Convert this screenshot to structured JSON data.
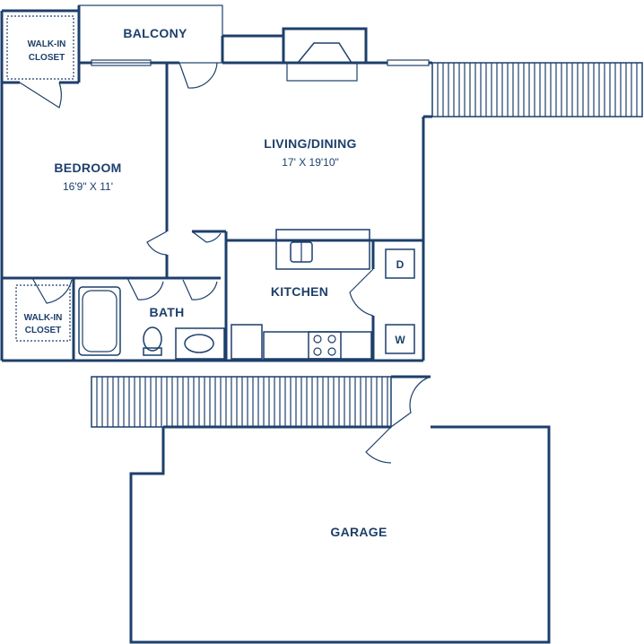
{
  "rooms": {
    "balcony": {
      "label": "BALCONY"
    },
    "walkin_top": {
      "line1": "WALK-IN",
      "line2": "CLOSET"
    },
    "living": {
      "label": "LIVING/DINING",
      "dims": "17' X 19'10\""
    },
    "bedroom": {
      "label": "BEDROOM",
      "dims": "16'9\" X 11'"
    },
    "kitchen": {
      "label": "KITCHEN"
    },
    "bath": {
      "label": "BATH"
    },
    "walkin_bottom": {
      "line1": "WALK-IN",
      "line2": "CLOSET"
    },
    "garage": {
      "label": "GARAGE"
    }
  },
  "appliances": {
    "dryer": "D",
    "washer": "W"
  },
  "colors": {
    "line": "#1d3f6b",
    "background": "#ffffff"
  }
}
